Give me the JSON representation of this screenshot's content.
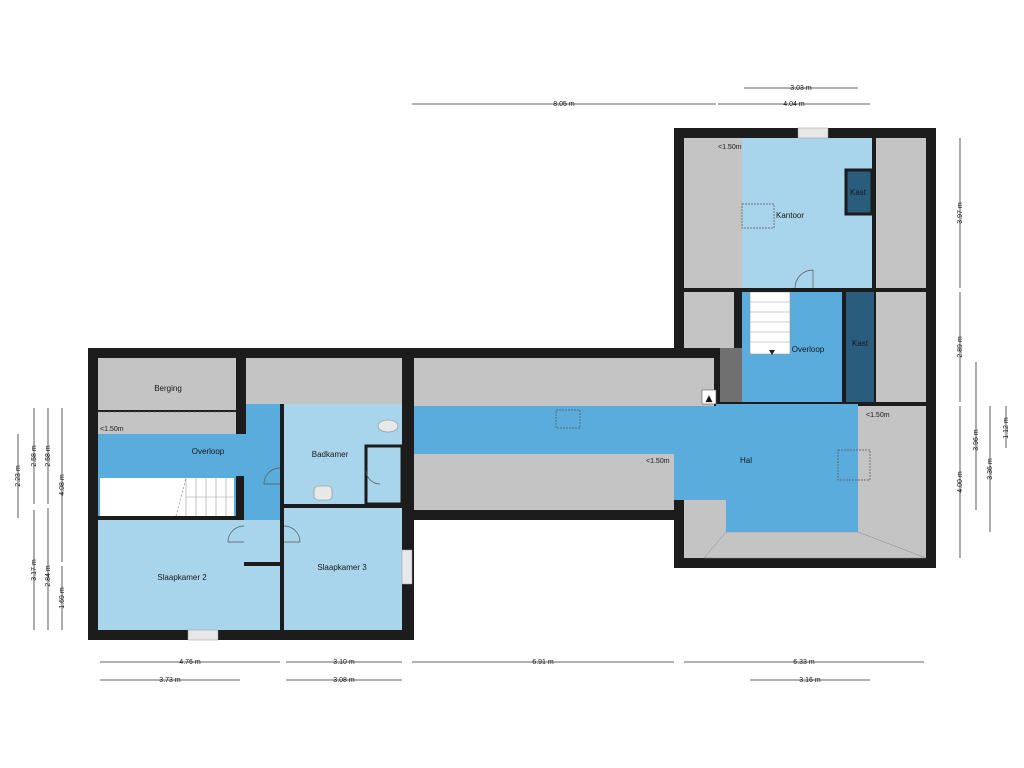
{
  "colors": {
    "wall": "#1c1c1c",
    "room_light": "#a8d4ec",
    "room_mid": "#5aacdc",
    "room_dark": "#2a5c7e",
    "attic": "#c4c4c4",
    "stair_void": "#707070",
    "floor_white": "#ffffff"
  },
  "rooms": {
    "kantoor": "Kantoor",
    "kast_top": "Kast",
    "kast_mid": "Kast",
    "overloop_right": "Overloop",
    "hal": "Hal",
    "berging": "Berging",
    "overloop_left": "Overloop",
    "badkamer": "Badkamer",
    "slaapkamer2": "Slaapkamer 2",
    "slaapkamer3": "Slaapkamer 3"
  },
  "notes": {
    "low_kantoor": "<1.50m",
    "low_overloop": "<1.50m",
    "low_hal_right": "<1.50m",
    "low_hal_left": "<1.50m"
  },
  "dimensions": {
    "top_303": "3.03 m",
    "top_805": "8.05 m",
    "top_404": "4.04 m",
    "right_397": "3.97 m",
    "right_289": "2.89 m",
    "right_396": "3.96 m",
    "right_112": "1.12 m",
    "right_400": "4.00 m",
    "right_336": "3.36 m",
    "left_223": "2.23 m",
    "left_258a": "2.58 m",
    "left_258b": "2.58 m",
    "left_408": "4.08 m",
    "left_317": "3.17 m",
    "left_284": "2.84 m",
    "left_169": "1.69 m",
    "bottom_476": "4.76 m",
    "bottom_310": "3.10 m",
    "bottom_691": "6.91 m",
    "bottom_633": "6.33 m",
    "bottom_373": "3.73 m",
    "bottom_308": "3.08 m",
    "bottom_316": "3.16 m"
  }
}
